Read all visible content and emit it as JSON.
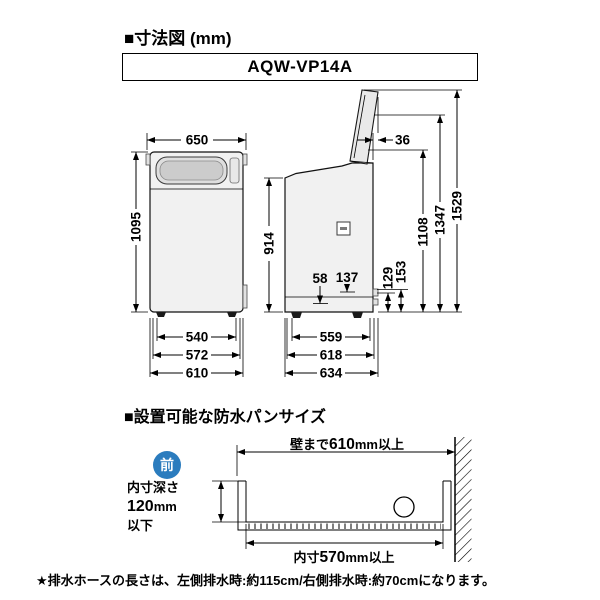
{
  "page": {
    "title": "■寸法図 (mm)",
    "model": "AQW-VP14A",
    "pan_section_title": "■設置可能な防水パンサイズ",
    "footnote": "★排水ホースの長さは、左側排水時:約115cm/右側排水時:約70cmになります。"
  },
  "front_view": {
    "top_width": "650",
    "height": "1095",
    "base_width": "540",
    "mid_width": "572",
    "full_width": "610"
  },
  "side_view": {
    "lid_offset": "36",
    "front_height": "914",
    "base_front": "58",
    "base_rear": "137",
    "drain_low": "129",
    "drain_high": "153",
    "back_height": "1108",
    "hinge_height": "1347",
    "total_height": "1529",
    "base_depth": "559",
    "mid_depth": "618",
    "full_depth": "634"
  },
  "pan": {
    "front_badge": "前",
    "wall_prefix": "壁まで",
    "wall_value": "610",
    "wall_suffix": "mm以上",
    "depth_label": "内寸深さ",
    "depth_value": "120",
    "depth_unit": "mm",
    "depth_suffix": "以下",
    "inner_prefix": "内寸",
    "inner_value": "570",
    "inner_suffix": "mm以上"
  },
  "colors": {
    "accent_blue": "#2b7cbe",
    "line_black": "#000000",
    "body_fill": "#f1f1f1"
  }
}
